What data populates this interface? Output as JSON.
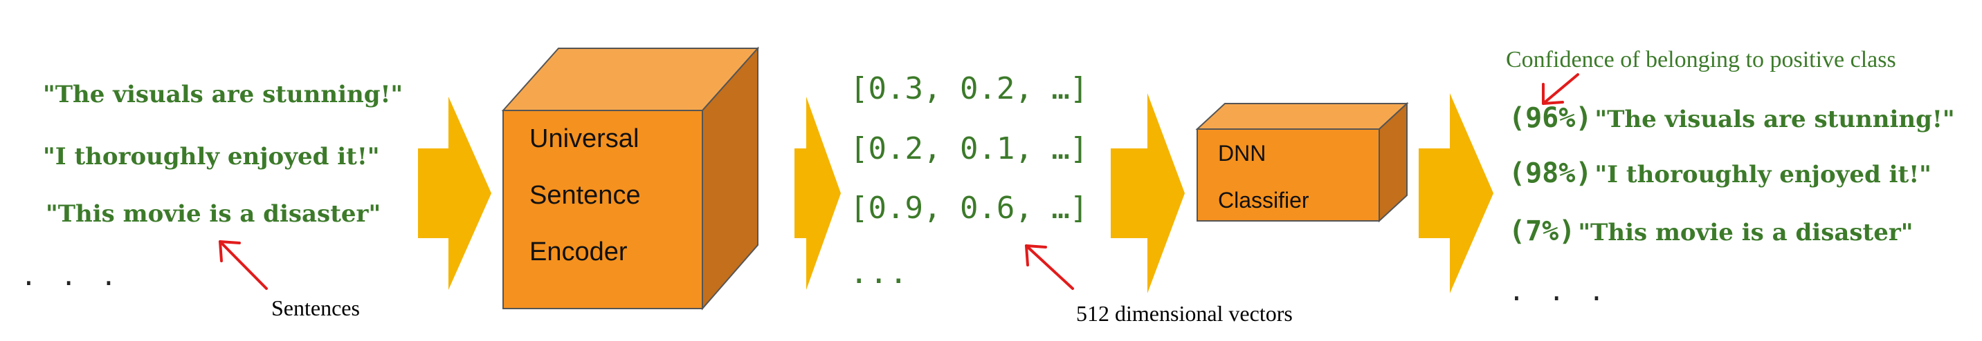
{
  "input": {
    "sentences": [
      "\"The visuals are stunning!\"",
      "\"I thoroughly enjoyed it!\"",
      "\"This movie is a disaster\""
    ],
    "ellipsis": ". . .",
    "annotation": "Sentences"
  },
  "encoder": {
    "label_lines": [
      "Universal",
      "Sentence",
      "Encoder"
    ]
  },
  "vectors": {
    "rows": [
      "[0.3, 0.2, …]",
      "[0.2, 0.1, …]",
      "[0.9, 0.6, …]"
    ],
    "ellipsis": "...",
    "annotation": "512 dimensional vectors"
  },
  "classifier": {
    "label_lines": [
      "DNN",
      "Classifier"
    ]
  },
  "output": {
    "header": "Confidence of belonging to positive class",
    "items": [
      {
        "confidence": "(96%)",
        "text": "\"The visuals are stunning!\""
      },
      {
        "confidence": "(98%)",
        "text": "\"I thoroughly enjoyed it!\""
      },
      {
        "confidence": "(7%)",
        "text": "\"This movie is a disaster\""
      }
    ],
    "ellipsis": ". . ."
  },
  "colors": {
    "arrow": "#f5b400",
    "box_front": "#f5911f",
    "box_top": "#f6a74e",
    "box_side": "#c46f1c",
    "box_edge": "#555555",
    "text_green": "#3c7a2a",
    "pointer_red": "#e21b1b"
  }
}
